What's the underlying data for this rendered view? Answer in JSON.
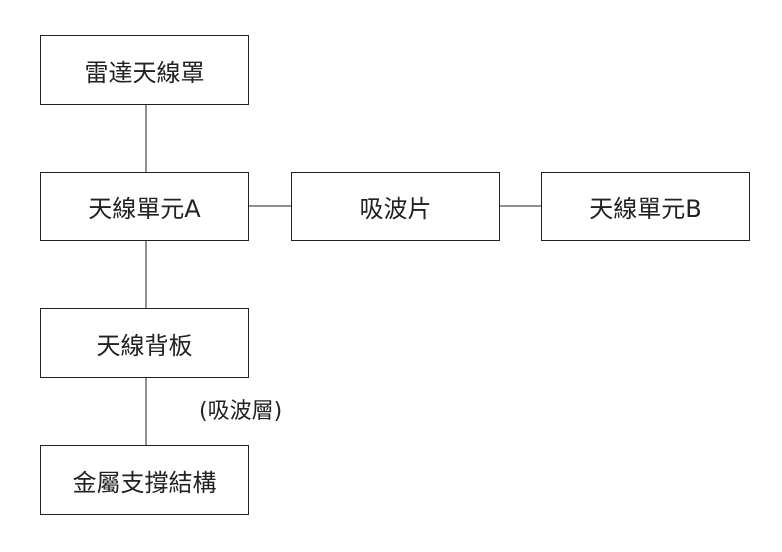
{
  "diagram": {
    "nodes": {
      "radome": "雷達天線罩",
      "antenna_a": "天線單元A",
      "absorber": "吸波片",
      "antenna_b": "天線單元B",
      "backplate": "天線背板",
      "metal_structure": "金屬支撐結構"
    },
    "annotation": "(吸波層)"
  }
}
